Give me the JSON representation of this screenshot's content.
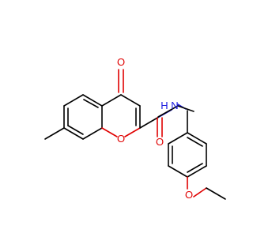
{
  "molecule": {
    "atoms": {
      "carbonyl_oxygen": "O",
      "ring_oxygen": "O",
      "amide_oxygen": "O",
      "amide_nitrogen": "N",
      "amide_hydrogen": "H",
      "ether_oxygen": "O"
    },
    "colors": {
      "bond": "#000000",
      "oxygen": "#e00000",
      "nitrogen": "#1a1adf",
      "background": "#ffffff"
    }
  }
}
